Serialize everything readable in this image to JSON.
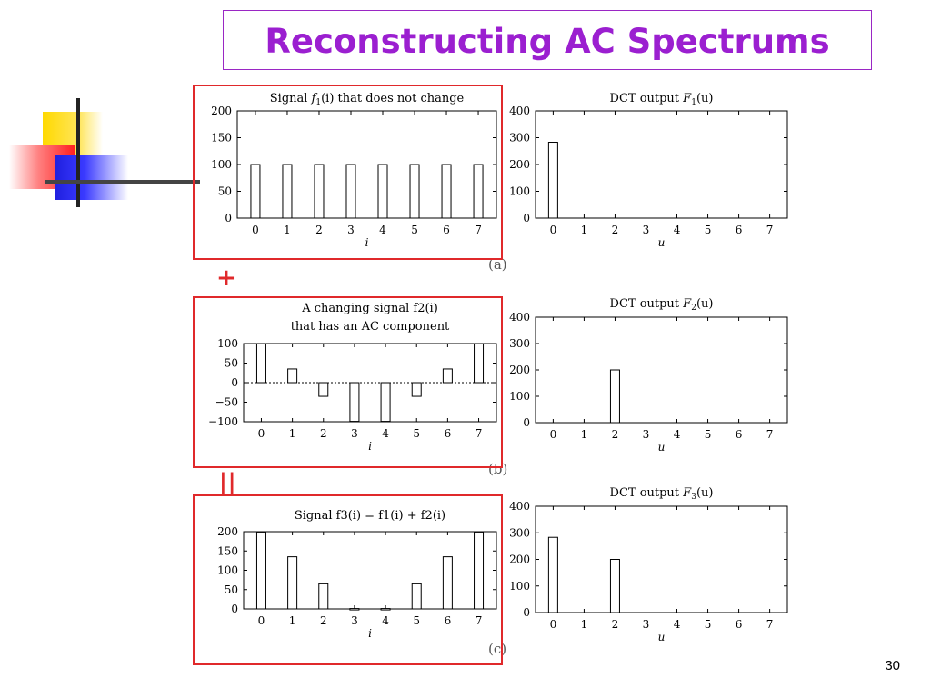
{
  "slide": {
    "title": "Reconstructing AC Spectrums",
    "page_number": "30",
    "plus_sign": "+",
    "equals_sign": "||",
    "title_color": "#9b1fd0",
    "box_color": "#e0292b"
  },
  "sublabels": [
    "(a)",
    "(b)",
    "(c)"
  ],
  "chart_data": [
    {
      "type": "bar",
      "title_prefix": "Signal ",
      "title_func": "f",
      "title_sub": "1",
      "title_suffix": "(i) that does not change",
      "xlabel": "i",
      "categories": [
        "0",
        "1",
        "2",
        "3",
        "4",
        "5",
        "6",
        "7"
      ],
      "values": [
        100,
        100,
        100,
        100,
        100,
        100,
        100,
        100
      ],
      "ylim": [
        0,
        200
      ],
      "yticks": [
        "0",
        "50",
        "100",
        "150",
        "200"
      ]
    },
    {
      "type": "bar",
      "title_prefix": "DCT output ",
      "title_func": "F",
      "title_sub": "1",
      "title_suffix": "(u)",
      "xlabel": "u",
      "categories": [
        "0",
        "1",
        "2",
        "3",
        "4",
        "5",
        "6",
        "7"
      ],
      "values": [
        283,
        0,
        0,
        0,
        0,
        0,
        0,
        0
      ],
      "ylim": [
        0,
        400
      ],
      "yticks": [
        "0",
        "100",
        "200",
        "300",
        "400"
      ]
    },
    {
      "type": "bar",
      "title_line1": "A changing signal f2(i)",
      "title_line2": "that has an AC component",
      "xlabel": "i",
      "categories": [
        "0",
        "1",
        "2",
        "3",
        "4",
        "5",
        "6",
        "7"
      ],
      "values": [
        99,
        35,
        -35,
        -99,
        -99,
        -35,
        35,
        99
      ],
      "ylim": [
        -100,
        100
      ],
      "yticks": [
        "−100",
        "−50",
        "0",
        "50",
        "100"
      ]
    },
    {
      "type": "bar",
      "title_prefix": "DCT output ",
      "title_func": "F",
      "title_sub": "2",
      "title_suffix": "(u)",
      "xlabel": "u",
      "categories": [
        "0",
        "1",
        "2",
        "3",
        "4",
        "5",
        "6",
        "7"
      ],
      "values": [
        0,
        0,
        200,
        0,
        0,
        0,
        0,
        0
      ],
      "ylim": [
        0,
        400
      ],
      "yticks": [
        "0",
        "100",
        "200",
        "300",
        "400"
      ]
    },
    {
      "type": "bar",
      "title_text": "Signal f3(i) = f1(i) + f2(i)",
      "xlabel": "i",
      "categories": [
        "0",
        "1",
        "2",
        "3",
        "4",
        "5",
        "6",
        "7"
      ],
      "values": [
        199,
        135,
        65,
        1,
        1,
        65,
        135,
        199
      ],
      "ylim": [
        0,
        200
      ],
      "yticks": [
        "0",
        "50",
        "100",
        "150",
        "200"
      ]
    },
    {
      "type": "bar",
      "title_prefix": "DCT output ",
      "title_func": "F",
      "title_sub": "3",
      "title_suffix": "(u)",
      "xlabel": "u",
      "categories": [
        "0",
        "1",
        "2",
        "3",
        "4",
        "5",
        "6",
        "7"
      ],
      "values": [
        283,
        0,
        200,
        0,
        0,
        0,
        0,
        0
      ],
      "ylim": [
        0,
        400
      ],
      "yticks": [
        "0",
        "100",
        "200",
        "300",
        "400"
      ]
    }
  ]
}
